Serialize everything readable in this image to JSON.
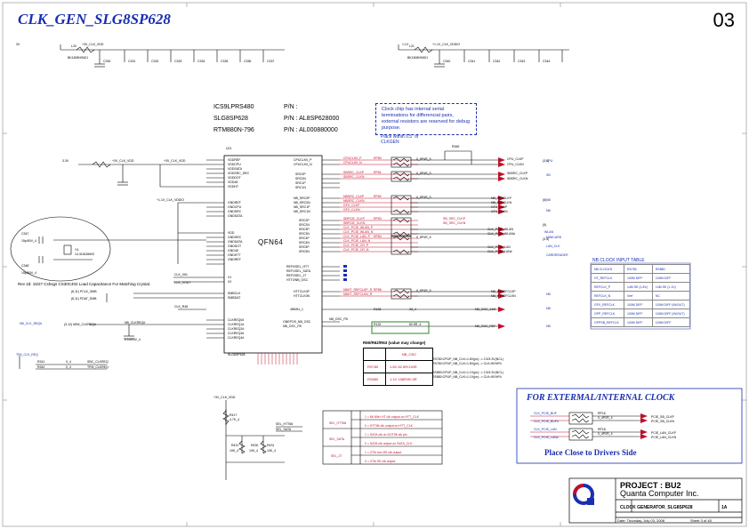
{
  "sheet": {
    "title": "CLK_GEN_SLG8SP628",
    "page_number": "03",
    "chip_label": "QFN64"
  },
  "part_numbers": [
    {
      "part": "ICS9LPRS480",
      "pn": "P/N :"
    },
    {
      "part": "SLG8SP628",
      "pn": "P/N : AL8SP628000"
    },
    {
      "part": "RTM880N-796",
      "pn": "P/N : AL000880000"
    }
  ],
  "notes": {
    "debug_note": "Clock chip has internal serial terminations for differencial pairs, external resistors are reserved for debug purpose.",
    "place_within": "Place within 0.5\" of CLKGEN",
    "crystal_note": "Rev 2d: 15/27 Cshsgs CS30C402 Load Capacitance For Matching Crystal.",
    "r_options": "R60/R62/R63 (value may change)"
  },
  "nb_clock_table": {
    "title": "NB CLOCK INPUT TABLE",
    "rows": [
      [
        "NB CLOCKS",
        "RS780",
        "RS880"
      ],
      [
        "HT_REFCLK",
        "100M DIFF",
        "100M DIFF"
      ],
      [
        "REFCLK_P",
        "14M SE (1.8V)",
        "14M SE (1.1V)"
      ],
      [
        "REFCLK_N",
        "Vref",
        "NC"
      ],
      [
        "GFX_REFCLK",
        "100M DIFF",
        "100M DIFF (IN/OUT)"
      ],
      [
        "GPP_REFCLK",
        "100M DIFF",
        "100M DIFF (IN/OUT)"
      ],
      [
        "GPPSB_REFCLK",
        "100M DIFF",
        "100M DIFF"
      ]
    ]
  },
  "r_option_table": {
    "rows": [
      [
        "",
        "NB_OSC"
      ],
      [
        "RS780",
        "1.8V 82.5R/130R"
      ],
      [
        "RS880",
        "1.1V 158R/90.9R"
      ]
    ]
  },
  "ext_clock": {
    "title": "FOR EXTERMAL/INTERNAL CLOCK",
    "note": "Place Close to Drivers Side"
  },
  "title_block": {
    "project": "PROJECT : BU2",
    "company": "Quanta Computer Inc.",
    "document": "CLOCK GENERATOR_SLG8SP628",
    "rev": "1A",
    "date": "Date: Thursday, July 03, 2008",
    "sheet": "Sheet 3 of 45"
  },
  "colors": {
    "title_blue": "#1a2fb0",
    "net_red": "#c0102a",
    "highlight_green": "#2a8a2a",
    "line_black": "#000000"
  }
}
